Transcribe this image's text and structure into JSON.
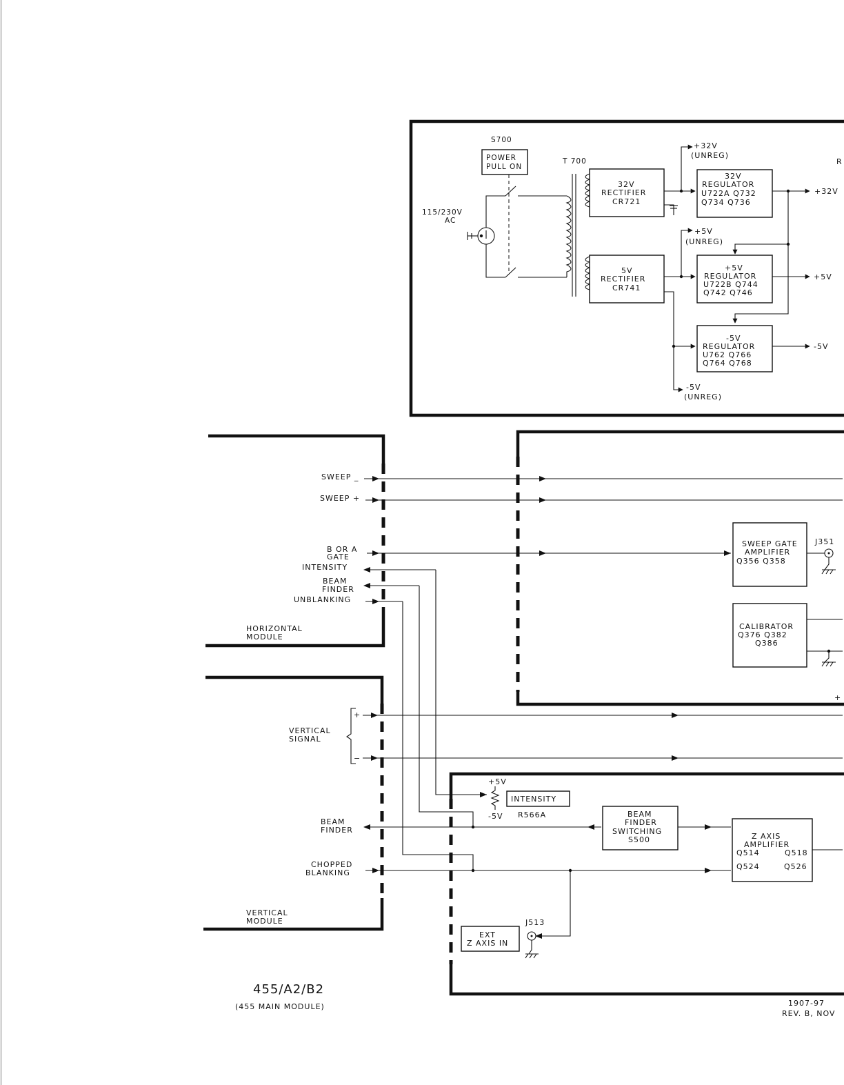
{
  "power_supply": {
    "s700": "S700",
    "power_pull_on": [
      "POWER",
      "PULL ON"
    ],
    "t700": "T 700",
    "ac_input": [
      "115/230V",
      "AC"
    ],
    "rect32": [
      "32V",
      "RECTIFIER",
      "CR721"
    ],
    "rect5": [
      "5V",
      "RECTIFIER",
      "CR741"
    ],
    "unreg32": [
      "+32V",
      "(UNREG)"
    ],
    "unreg5p": [
      "+5V",
      "(UNREG)"
    ],
    "unreg5n": [
      "-5V",
      "(UNREG)"
    ],
    "reg32": [
      "32V",
      "REGULATOR",
      "U722A Q732",
      "Q734   Q736"
    ],
    "reg5p": [
      "+5V",
      "REGULATOR",
      "U722B Q744",
      "Q742   Q746"
    ],
    "reg5n": [
      "-5V",
      "REGULATOR",
      "U762   Q766",
      "Q764   Q768"
    ],
    "out32": "+32V",
    "out5p": "+5V",
    "out5n": "-5V",
    "edge_r": "R"
  },
  "horizontal": {
    "sweep_minus": "SWEEP _",
    "sweep_plus": "SWEEP +",
    "b_or_a_gate": [
      "B OR A",
      "GATE"
    ],
    "intensity": "INTENSITY",
    "beam_finder": [
      "BEAM",
      "FINDER"
    ],
    "unblanking": "UNBLANKING",
    "module": [
      "HORIZONTAL",
      "MODULE"
    ],
    "sweep_gate_amp": [
      "SWEEP GATE",
      "AMPLIFIER",
      "Q356   Q358"
    ],
    "j351": "J351",
    "calibrator": [
      "CALIBRATOR",
      "Q376  Q382",
      "Q386"
    ],
    "edge_plus": "+"
  },
  "vertical": {
    "signal": [
      "VERTICAL",
      "SIGNAL"
    ],
    "plus": "+",
    "minus": "−",
    "beam_finder": [
      "BEAM",
      "FINDER"
    ],
    "chopped_blanking": [
      "CHOPPED",
      "BLANKING"
    ],
    "module": [
      "VERTICAL",
      "MODULE"
    ]
  },
  "z_axis": {
    "plus5": "+5V",
    "minus5": "-5V",
    "intensity": "INTENSITY",
    "r566a": "R566A",
    "beam_finder_switching": [
      "BEAM",
      "FINDER",
      "SWITCHING",
      "S500"
    ],
    "z_axis_amp": [
      "Z AXIS",
      "AMPLIFIER",
      "Q514",
      "Q518",
      "Q524",
      "Q526"
    ],
    "j513": "J513",
    "ext_z_axis_in": [
      "EXT",
      "Z AXIS  IN"
    ]
  },
  "footer": {
    "model": "455/A2/B2",
    "module_note": "(455  MAIN  MODULE)",
    "drawing_no": "1907-97",
    "revision": "REV. B, NOV"
  }
}
